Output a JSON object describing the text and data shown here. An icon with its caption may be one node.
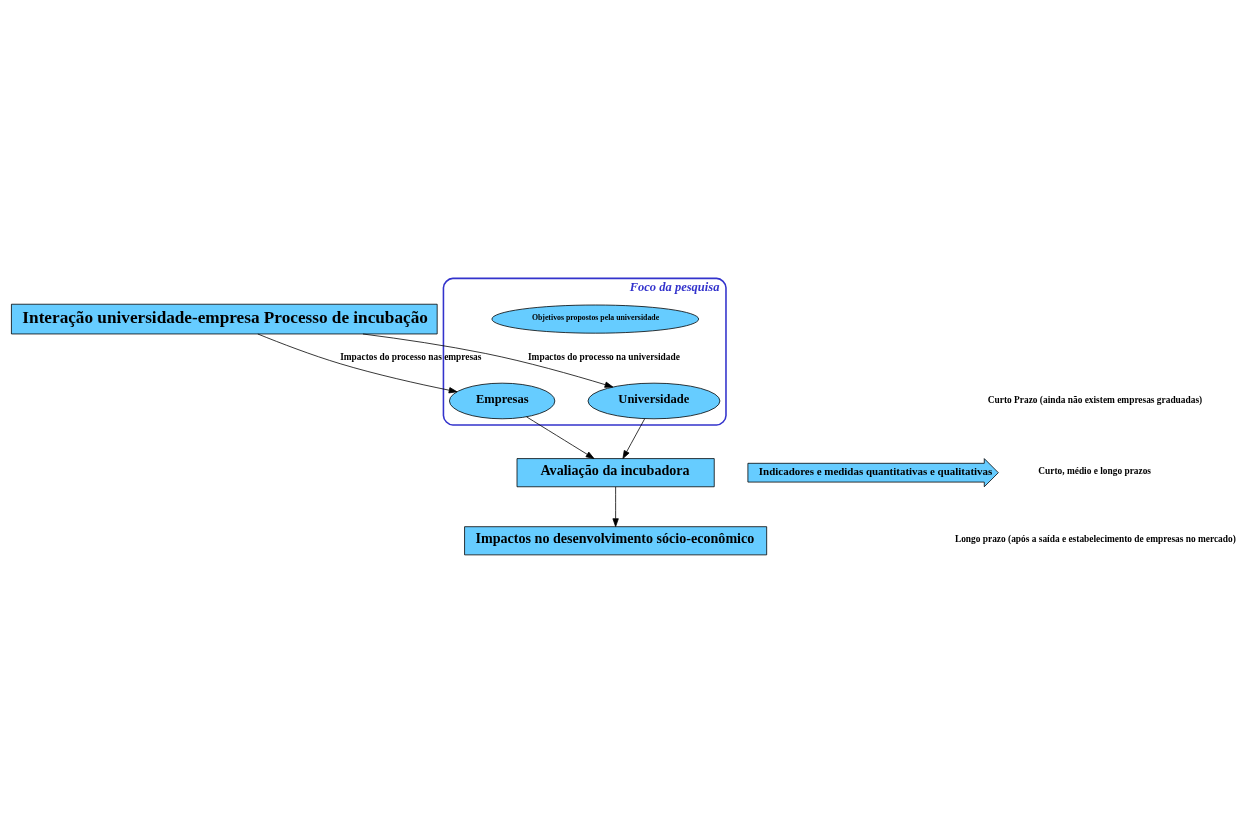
{
  "diagram": {
    "nodes": [
      {
        "text": [
          "Interação universidade-empresa Processo de incubação"
        ]
      },
      {
        "text": [
          "Foco da pesquisa"
        ]
      },
      {
        "text": [
          "Objetivos propostos pela universidade"
        ],
        "in": 1
      },
      {
        "text": [
          "Empresas"
        ],
        "in": 1
      },
      {
        "text": [
          "Universidade"
        ],
        "in": 1
      },
      {
        "text": [
          "Avaliação da incubadora"
        ]
      },
      {
        "text": [
          "Impactos no desenvolvimento sócio-econômico"
        ]
      },
      {
        "text": [
          "Indicadores e medidas quantitativas e qualitativas"
        ]
      }
    ],
    "edges": [
      {
        "from": 0,
        "to": 3,
        "arrow": "to",
        "label": "Impactos do processo nas empresas"
      },
      {
        "from": 0,
        "to": 4,
        "arrow": "to",
        "label": "Impactos do processo na universidade"
      },
      {
        "from": 3,
        "to": 5,
        "arrow": "to"
      },
      {
        "from": 4,
        "to": 5,
        "arrow": "to"
      },
      {
        "from": 5,
        "to": 6,
        "arrow": "to"
      }
    ],
    "labels": [
      "Curto Prazo (ainda não existem empresas graduadas)",
      "Curto, médio e longo prazos",
      "Longo prazo (após a saída e estabelecimento de empresas no mercado)"
    ]
  }
}
